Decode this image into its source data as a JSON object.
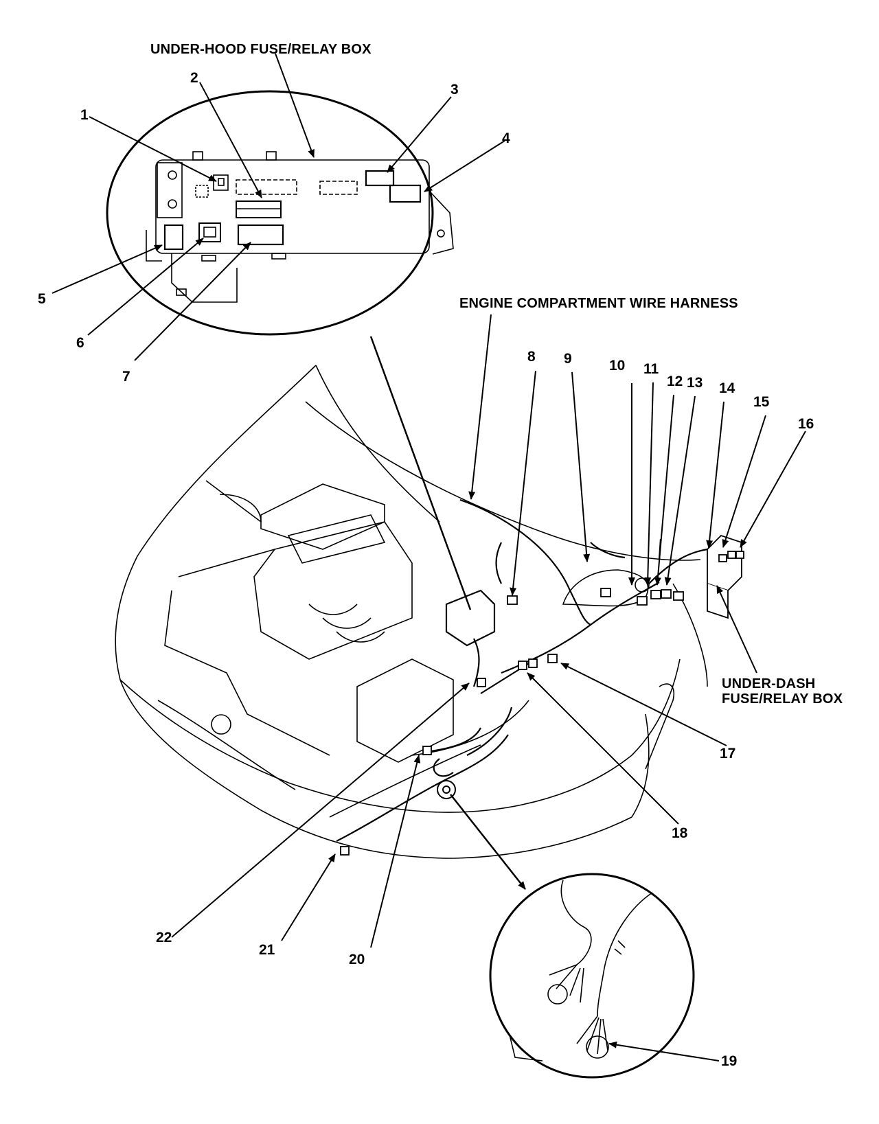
{
  "titles": {
    "under_hood_box": "UNDER-HOOD FUSE/RELAY BOX",
    "engine_harness": "ENGINE COMPARTMENT WIRE HARNESS",
    "under_dash_line1": "UNDER-DASH",
    "under_dash_line2": "FUSE/RELAY BOX"
  },
  "callouts": [
    "1",
    "2",
    "3",
    "4",
    "5",
    "6",
    "7",
    "8",
    "9",
    "10",
    "11",
    "12",
    "13",
    "14",
    "15",
    "16",
    "17",
    "18",
    "19",
    "20",
    "21",
    "22"
  ]
}
